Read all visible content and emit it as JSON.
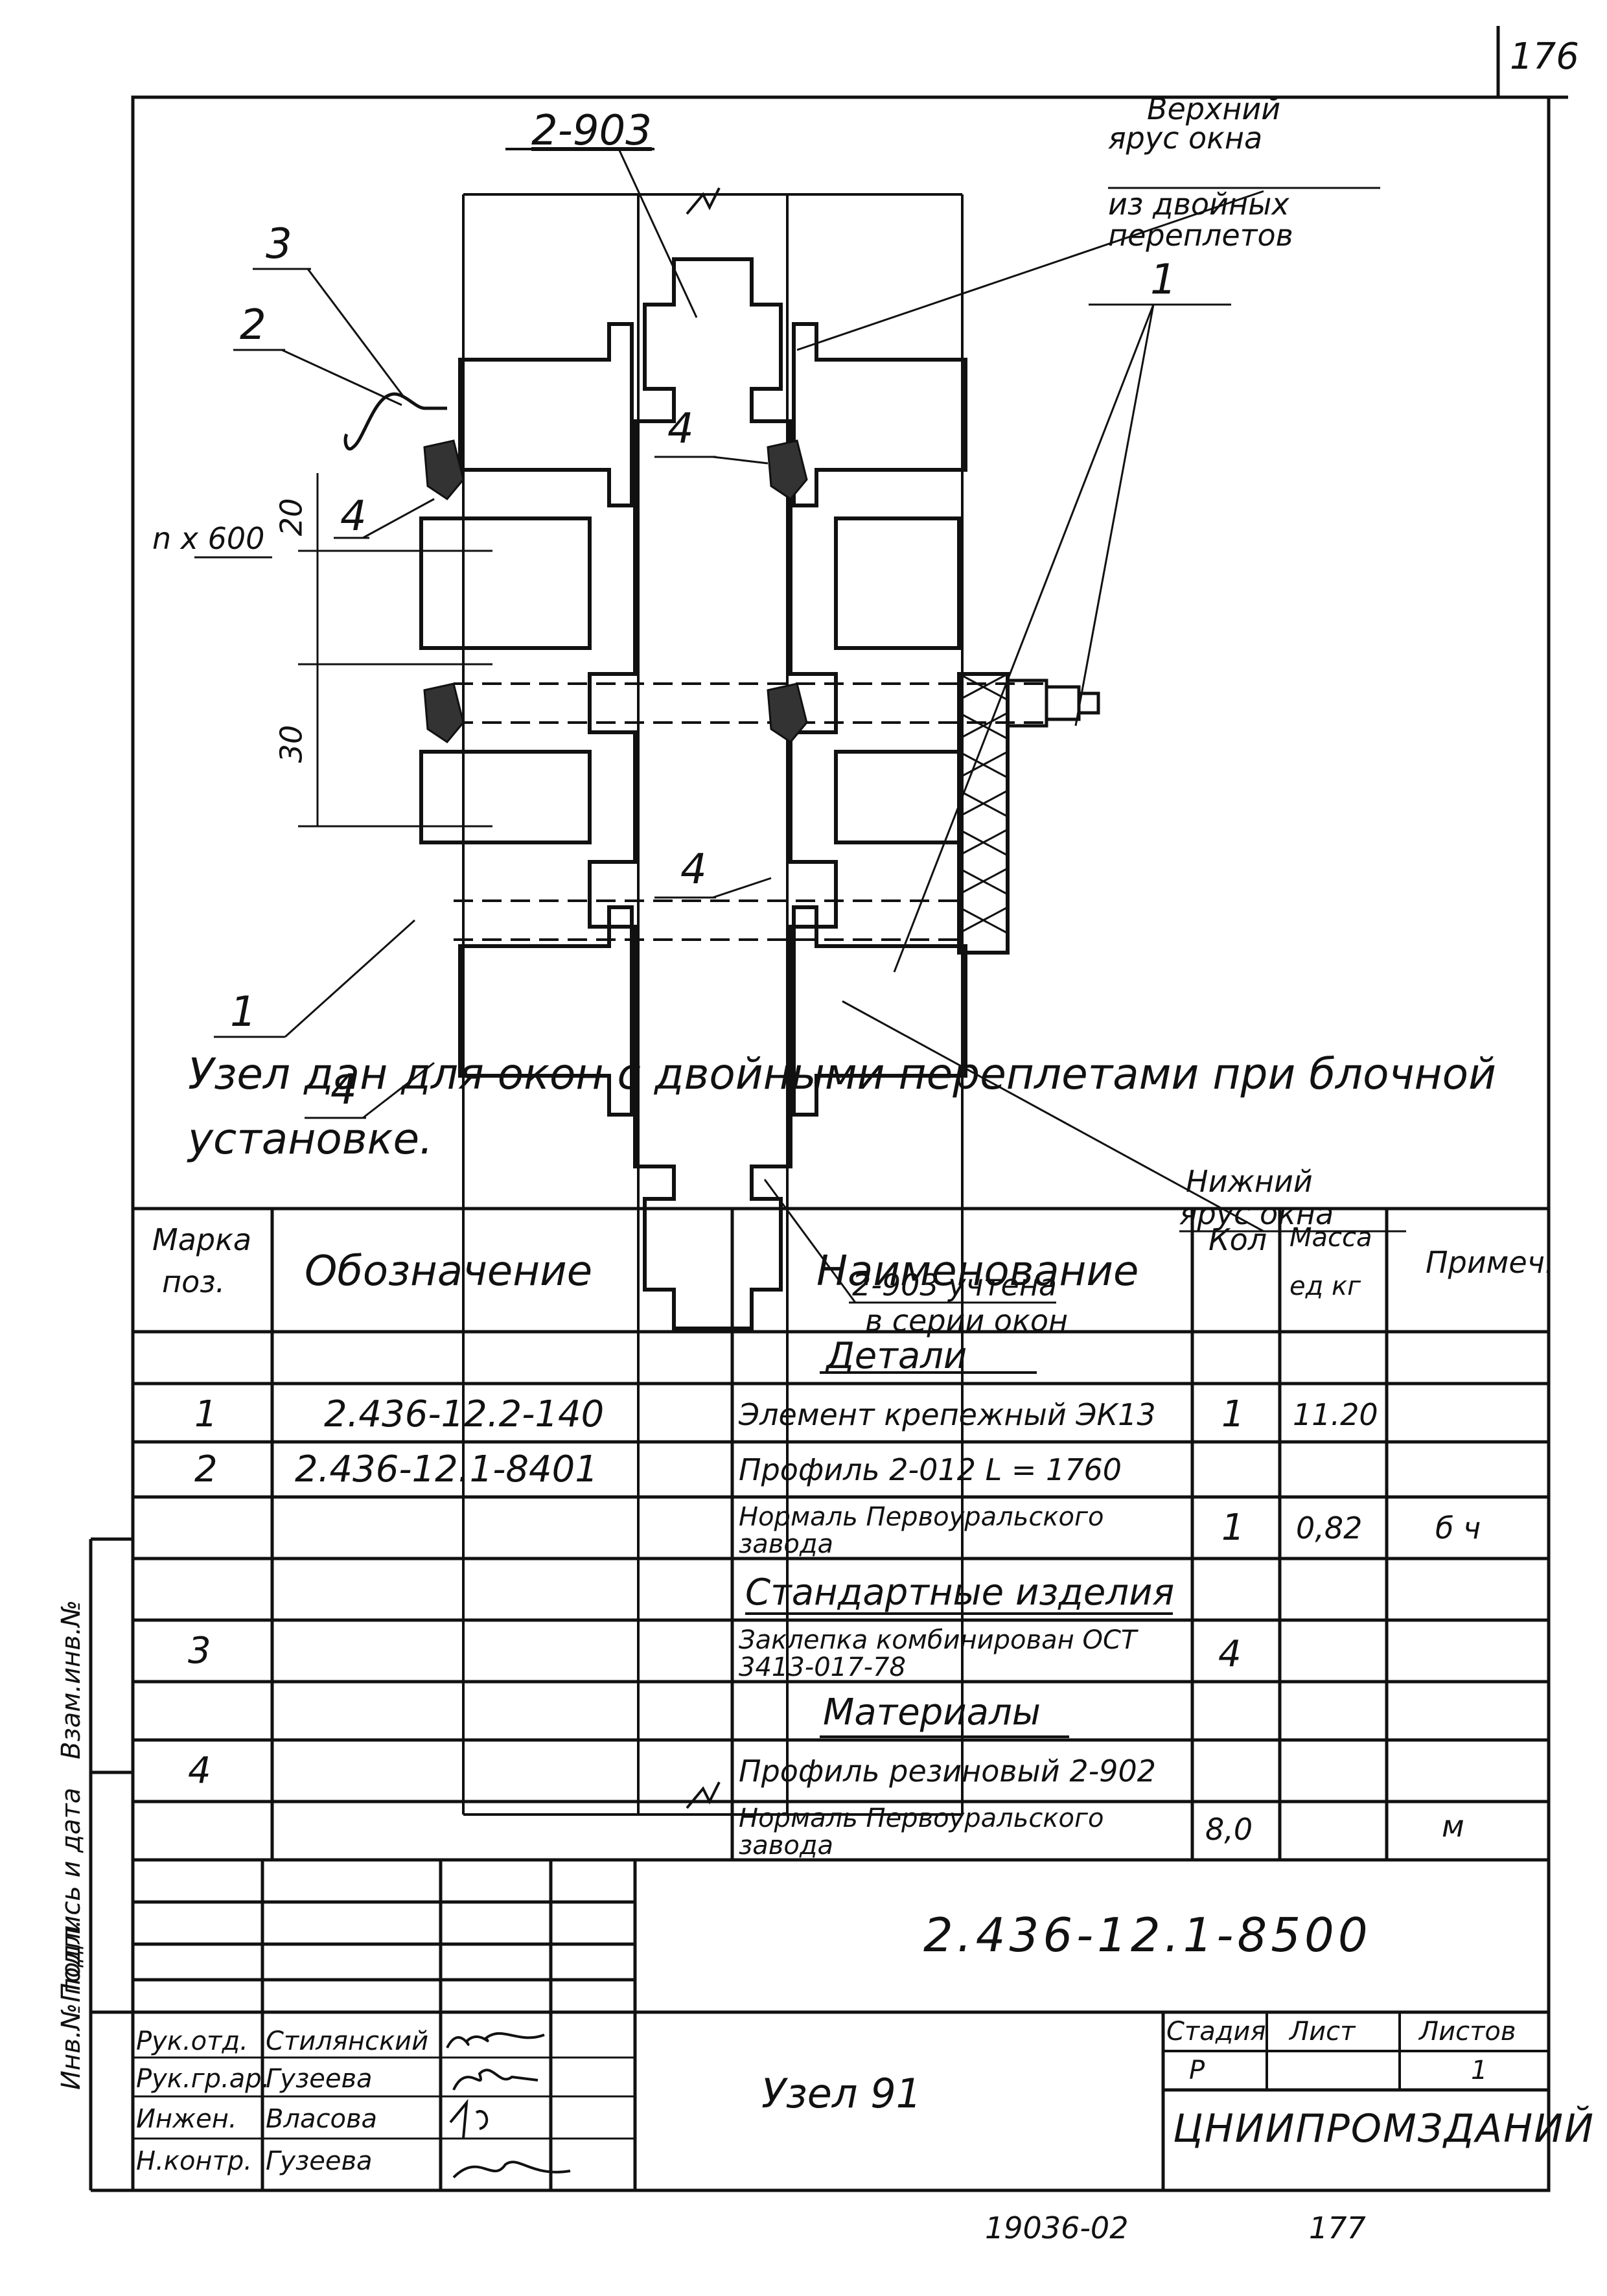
{
  "page_number": "176",
  "drawing": {
    "callouts": {
      "top_profile": "2-903",
      "upper_tier": [
        "Верхний",
        "ярус окна",
        "из двойных",
        "переплетов"
      ],
      "item_1_top": "1",
      "item_3": "3",
      "item_2": "2",
      "item_4_left_top": "4",
      "item_4_center_top": "4",
      "item_4_center_bottom": "4",
      "item_4_left_bottom": "4",
      "item_1_left": "1",
      "spacing": "n x 600",
      "dim_20": "20",
      "dim_30": "30",
      "lower_tier": [
        "Нижний",
        "ярус окна"
      ],
      "bottom_profile": [
        "2-903 учтена",
        "в серии окон"
      ]
    },
    "note": [
      "Узел дан для окон с двойными переплетами при блочной",
      "установке."
    ]
  },
  "spec_table": {
    "headers": {
      "mark": [
        "Марка",
        "поз."
      ],
      "designation": "Обозначение",
      "name": "Наименование",
      "qty": "Кол",
      "mass": [
        "Масса",
        "ед кг"
      ],
      "note": "Примеч."
    },
    "rows": [
      {
        "mark": "",
        "designation": "",
        "name": "Детали",
        "section": true,
        "qty": "",
        "mass": "",
        "note": ""
      },
      {
        "mark": "1",
        "designation": "2.436-12.2-140",
        "name": "Элемент крепежный ЭК13",
        "qty": "1",
        "mass": "11.20",
        "note": ""
      },
      {
        "mark": "2",
        "designation": "2.436-12.1-8401",
        "name": "Профиль 2-012 L = 1760",
        "qty": "",
        "mass": "",
        "note": ""
      },
      {
        "mark": "",
        "designation": "",
        "name": "Нормаль Первоуральского завода",
        "qty": "1",
        "mass": "0,82",
        "note": "б ч"
      },
      {
        "mark": "",
        "designation": "",
        "name": "Стандартные изделия",
        "section": true,
        "qty": "",
        "mass": "",
        "note": ""
      },
      {
        "mark": "3",
        "designation": "",
        "name": "Заклепка комбинирован ОСТ 3413-017-78",
        "qty": "4",
        "mass": "",
        "note": ""
      },
      {
        "mark": "",
        "designation": "",
        "name": "Материалы",
        "section": true,
        "qty": "",
        "mass": "",
        "note": ""
      },
      {
        "mark": "4",
        "designation": "",
        "name": "Профиль резиновый 2-902",
        "qty": "",
        "mass": "",
        "note": ""
      },
      {
        "mark": "",
        "designation": "",
        "name": "Нормаль Первоуральского завода",
        "qty": "8,0",
        "mass": "",
        "note": "м"
      }
    ]
  },
  "title_block": {
    "doc_number": "2.436-12.1-8500",
    "title": "Узел 91",
    "stage_label": "Стадия",
    "sheet_label": "Лист",
    "sheets_label": "Листов",
    "stage": "Р",
    "sheets": "1",
    "organization": "ЦНИИПРОМЗДАНИЙ",
    "signatures": [
      {
        "role": "Рук.отд.",
        "name": "Стилянский"
      },
      {
        "role": "Рук.гр.ар.",
        "name": "Гузеева"
      },
      {
        "role": "Инжен.",
        "name": "Власова"
      },
      {
        "role": "Н.контр.",
        "name": "Гузеева"
      }
    ]
  },
  "side_stamp": {
    "inv_orig": "Инв.№ подл.",
    "sign_date": "Подпись и дата",
    "inv_repl": "Взам.инв.№"
  },
  "footer": {
    "archive_number": "19036-02",
    "sheet_number": "177"
  }
}
